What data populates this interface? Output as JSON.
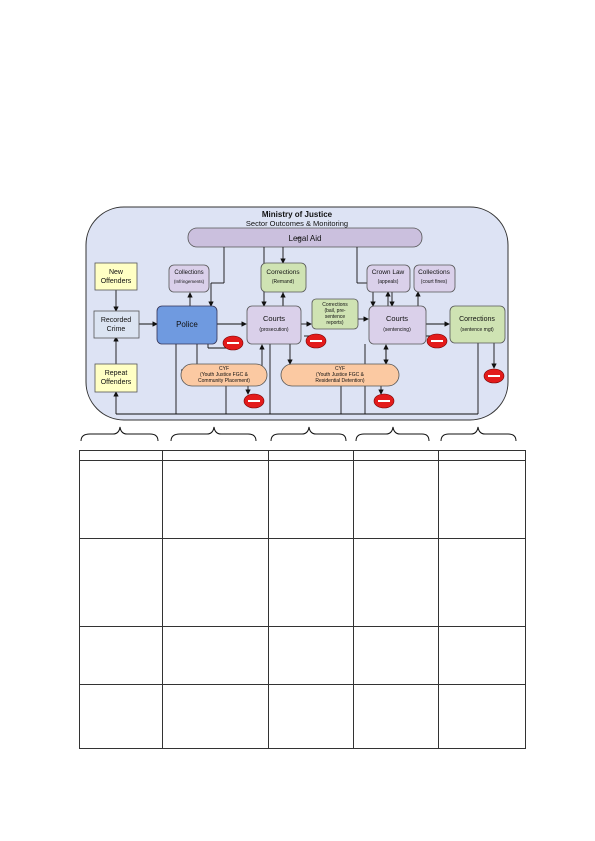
{
  "diagram": {
    "title": "Ministry of Justice",
    "subtitle": "Sector Outcomes & Monitoring",
    "legal_aid": "Legal Aid",
    "new_offenders": [
      "New",
      "Offenders"
    ],
    "recorded_crime": [
      "Recorded",
      "Crime"
    ],
    "repeat_offenders": [
      "Repeat",
      "Offenders"
    ],
    "police": "Police",
    "collections_left": [
      "Collections",
      "(Infringements)"
    ],
    "corrections_remand": [
      "Corrections",
      "(Remand)"
    ],
    "courts_left": [
      "Courts",
      "(prosecution)"
    ],
    "corrections_middle": [
      "Corrections",
      "(bail, pre-",
      "sentence",
      "reports)"
    ],
    "crown_law": [
      "Crown Law",
      "(appeals)"
    ],
    "collections_right": [
      "Collections",
      "(court fines)"
    ],
    "courts_right": [
      "Courts",
      "(sentencing)"
    ],
    "corrections_right": [
      "Corrections",
      "(sentence mgt)"
    ],
    "cyf_left": [
      "CYF",
      "(Youth Justice FGC &",
      "Community Placement)"
    ],
    "cyf_right": [
      "CYF",
      "(Youth Justice FGC &",
      "Residential Detention)"
    ],
    "colors": {
      "container_fill": "#dde3f4",
      "legal_aid_fill": "#cbc0de",
      "police_fill": "#6f9ae0",
      "yellow_fill": "#ffffc4",
      "grey_blue_fill": "#dbe4f2",
      "lavender_fill": "#dad0ea",
      "green_fill": "#cfe3b3",
      "peach_fill": "#fbc9a2",
      "red_marker": "#e31b1b"
    }
  },
  "table": {
    "header": [
      "",
      "",
      "",
      "",
      ""
    ],
    "rows": [
      [
        "",
        "",
        "",
        "",
        ""
      ],
      [
        "",
        "",
        "",
        "",
        ""
      ],
      [
        "",
        "",
        "",
        "",
        ""
      ],
      [
        "",
        "",
        "",
        "",
        ""
      ]
    ]
  }
}
